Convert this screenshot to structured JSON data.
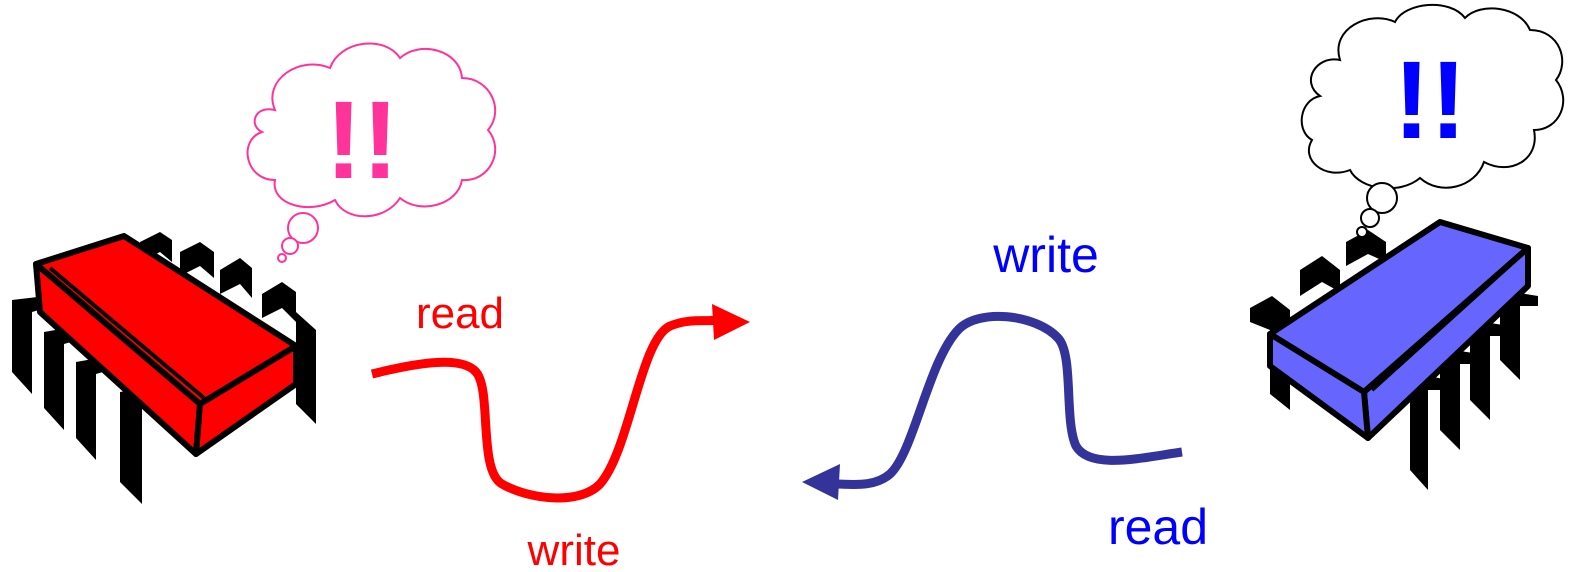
{
  "left_chip": {
    "color": "#ff0000",
    "thought_color": "#ff3399",
    "thought_text": "!!",
    "read_label": "read",
    "write_label": "write",
    "arrow_color": "#ff0000"
  },
  "right_chip": {
    "color": "#6666ff",
    "thought_color": "#000000",
    "thought_text": "!!",
    "thought_text_color": "#0000ff",
    "read_label": "read",
    "write_label": "write",
    "arrow_color": "#333399",
    "label_color": "#0000ff"
  }
}
